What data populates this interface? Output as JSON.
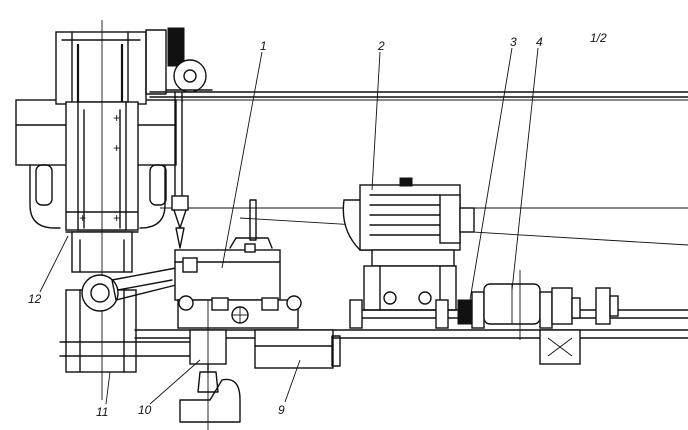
{
  "diagram": {
    "callouts": [
      {
        "id": "1",
        "text": "1"
      },
      {
        "id": "2",
        "text": "2"
      },
      {
        "id": "3",
        "text": "3"
      },
      {
        "id": "4",
        "text": "4"
      },
      {
        "id": "9",
        "text": "9"
      },
      {
        "id": "10",
        "text": "10"
      },
      {
        "id": "11",
        "text": "11"
      },
      {
        "id": "12",
        "text": "12"
      }
    ],
    "corner_mark": "1/2"
  }
}
